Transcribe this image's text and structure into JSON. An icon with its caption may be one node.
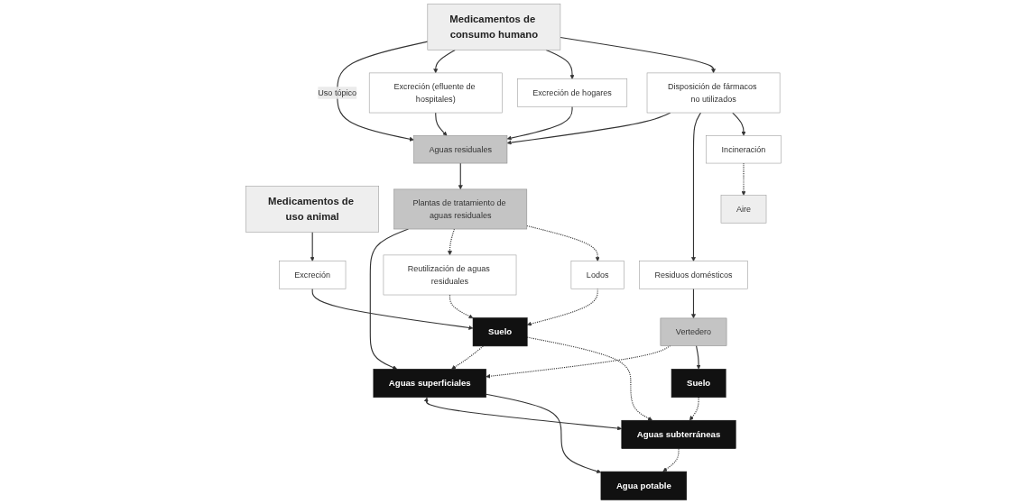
{
  "diagram": {
    "nodes": [
      {
        "text": [
          "Medicamentos de uso animal"
        ]
      },
      {
        "text": [
          "Medicamentos de consumo humano"
        ]
      },
      {
        "text": [
          "Excreción"
        ]
      },
      {
        "text": [
          "Excreción (efluente de hospitales)"
        ]
      },
      {
        "text": [
          "Excreción de hogares"
        ]
      },
      {
        "text": [
          "Disposición de fármacos no utilizados"
        ]
      },
      {
        "text": [
          "Aguas residuales"
        ]
      },
      {
        "text": [
          "Residuos domésticos"
        ]
      },
      {
        "text": [
          "Incineración"
        ]
      },
      {
        "text": [
          "Reutilización de aguas residuales"
        ]
      },
      {
        "text": [
          "Suelo"
        ]
      },
      {
        "text": [
          "Plantas de tratamiento de aguas residuales"
        ]
      },
      {
        "text": [
          "Vertedero"
        ]
      },
      {
        "text": [
          "Aire"
        ]
      },
      {
        "text": [
          "Suelo"
        ]
      },
      {
        "text": [
          "Lodos"
        ]
      },
      {
        "text": [
          "Aguas superficiales"
        ]
      },
      {
        "text": [
          "Aguas subterráneas"
        ]
      },
      {
        "text": [
          "Agua potable"
        ]
      }
    ],
    "edges": [
      {
        "from": 0,
        "to": 2,
        "arrow": "to"
      },
      {
        "from": 2,
        "to": 10,
        "arrow": "to"
      },
      {
        "from": 1,
        "to": 6,
        "label": "Uso tópico",
        "arrow": "to"
      },
      {
        "from": 1,
        "to": 3,
        "arrow": "to"
      },
      {
        "from": 1,
        "to": 4,
        "arrow": "to"
      },
      {
        "from": 1,
        "to": 5,
        "arrow": "to"
      },
      {
        "from": 3,
        "to": 6,
        "arrow": "to"
      },
      {
        "from": 4,
        "to": 6,
        "arrow": "to"
      },
      {
        "from": 5,
        "to": 6,
        "arrow": "to"
      },
      {
        "from": 5,
        "to": 7,
        "arrow": "to"
      },
      {
        "from": 5,
        "to": 8,
        "arrow": "to"
      },
      {
        "from": 7,
        "to": 12,
        "arrow": "to"
      },
      {
        "from": 8,
        "to": 13,
        "arrow": "to",
        "style": "dashed"
      },
      {
        "from": 6,
        "to": 11,
        "arrow": "to"
      },
      {
        "from": 11,
        "to": 16,
        "arrow": "to"
      },
      {
        "from": 11,
        "to": 9,
        "arrow": "to",
        "style": "dashed"
      },
      {
        "from": 11,
        "to": 15,
        "arrow": "to",
        "style": "dashed"
      },
      {
        "from": 9,
        "to": 10,
        "arrow": "to",
        "style": "dashed"
      },
      {
        "from": 15,
        "to": 10,
        "arrow": "to",
        "style": "dashed"
      },
      {
        "from": 12,
        "to": 16,
        "arrow": "to",
        "style": "dashed"
      },
      {
        "from": 12,
        "to": 14,
        "arrow": "to"
      },
      {
        "from": 14,
        "to": 17,
        "arrow": "to",
        "style": "dashed"
      },
      {
        "from": 16,
        "to": 17,
        "arrow": "both"
      },
      {
        "from": 16,
        "to": 18,
        "arrow": "to"
      },
      {
        "from": 17,
        "to": 18,
        "arrow": "to",
        "style": "dashed"
      },
      {
        "from": 10,
        "to": 16,
        "arrow": "to",
        "style": "dashed"
      },
      {
        "from": 10,
        "to": 17,
        "arrow": "to",
        "style": "dashed"
      }
    ]
  }
}
